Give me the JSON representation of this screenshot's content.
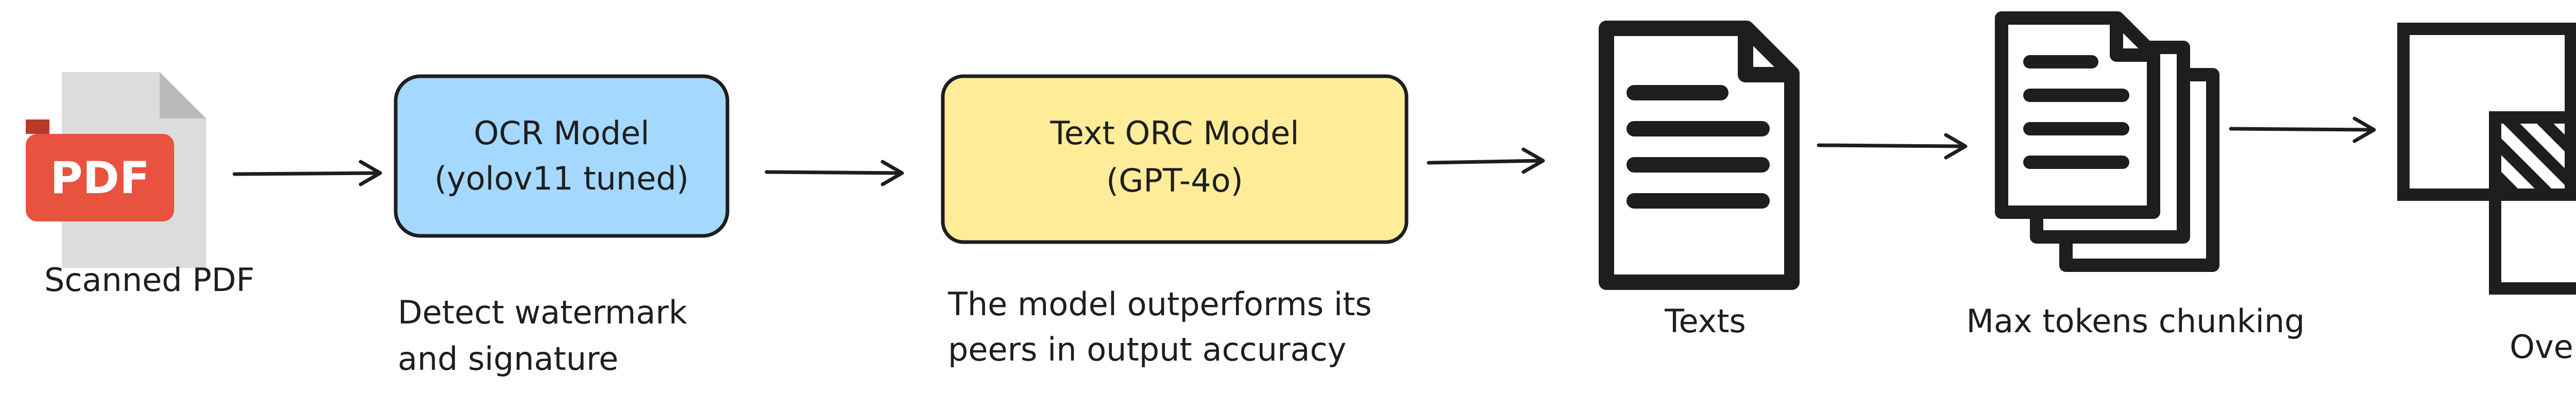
{
  "colors": {
    "ink": "#1e1e1e",
    "ocr_box_fill": "#a5d8ff",
    "orc_box_fill": "#ffec99",
    "pdf_red": "#e8523f",
    "pdf_page": "#dcdcdc"
  },
  "steps": {
    "pdf": {
      "icon": "pdf-file-icon",
      "badge": "PDF",
      "caption": "Scanned PDF"
    },
    "ocr": {
      "title_line1": "OCR Model",
      "title_line2": "(yolov11 tuned)",
      "caption_line1": "Detect watermark",
      "caption_line2": "and signature"
    },
    "orc": {
      "title_line1": "Text ORC Model",
      "title_line2": "(GPT-4o)",
      "caption_line1": "The model outperforms its",
      "caption_line2": "peers in output accuracy"
    },
    "texts": {
      "icon": "document-icon",
      "caption": "Texts"
    },
    "chunking": {
      "icon": "stacked-documents-icon",
      "caption": "Max tokens chunking"
    },
    "overlap": {
      "icon": "overlapping-squares-icon",
      "caption": "Overlap"
    }
  }
}
